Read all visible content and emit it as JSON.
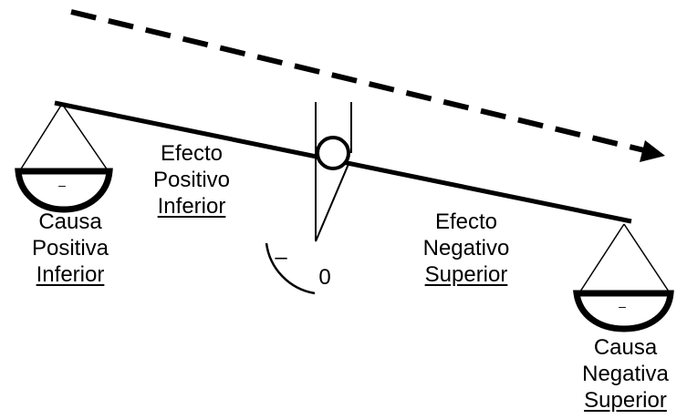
{
  "labels": {
    "left_cause": {
      "line1": "Causa",
      "line2": "Positiva",
      "line3": "Inferior"
    },
    "left_effect": {
      "line1": "Efecto",
      "line2": "Positivo",
      "line3": "Inferior"
    },
    "right_effect": {
      "line1": "Efecto",
      "line2": "Negativo",
      "line3": "Superior"
    },
    "right_cause": {
      "line1": "Causa",
      "line2": "Negativa",
      "line3": "Superior"
    },
    "gauge": {
      "minus": "–",
      "zero": "0"
    },
    "pan_marks": {
      "left": "–",
      "right": "–"
    }
  }
}
